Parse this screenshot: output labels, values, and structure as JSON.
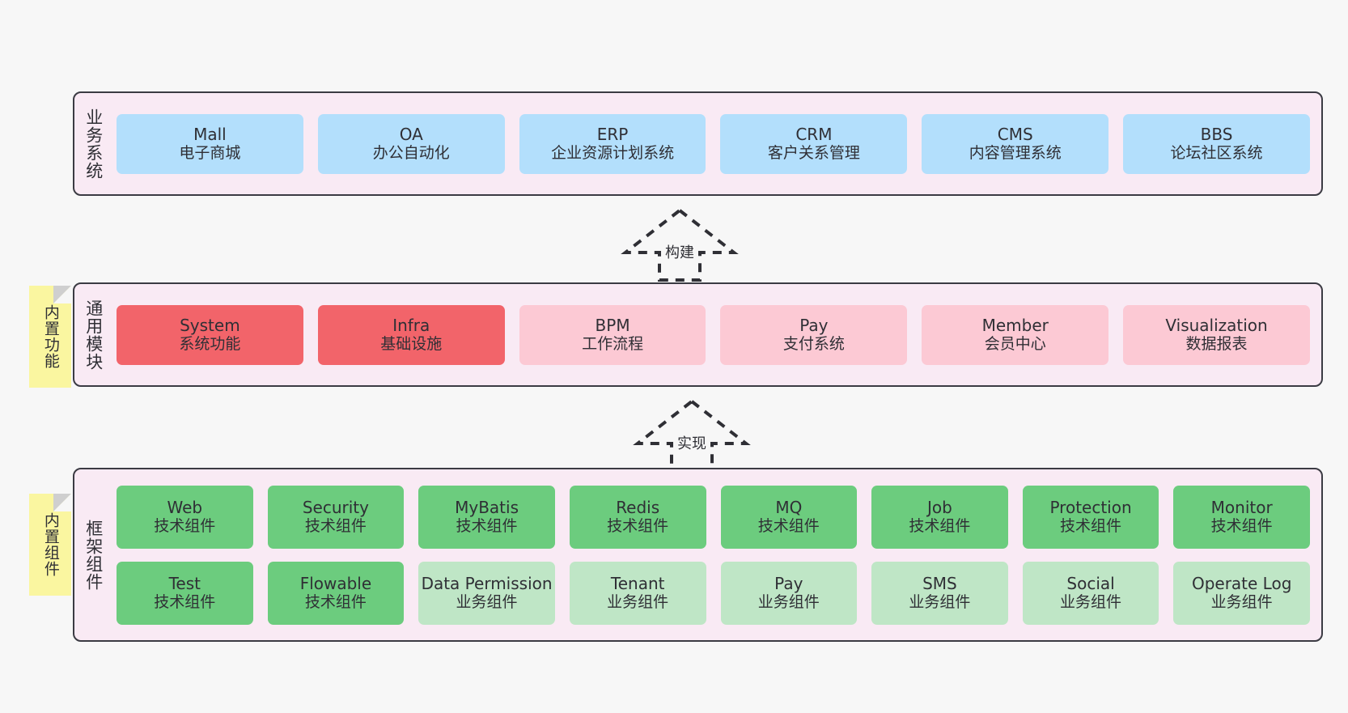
{
  "layers": [
    {
      "id": "business",
      "title": "业务系统",
      "cards": [
        {
          "en": "Mall",
          "cn": "电子商城",
          "color": "blue"
        },
        {
          "en": "OA",
          "cn": "办公自动化",
          "color": "blue"
        },
        {
          "en": "ERP",
          "cn": "企业资源计划系统",
          "color": "blue"
        },
        {
          "en": "CRM",
          "cn": "客户关系管理",
          "color": "blue"
        },
        {
          "en": "CMS",
          "cn": "内容管理系统",
          "color": "blue"
        },
        {
          "en": "BBS",
          "cn": "论坛社区系统",
          "color": "blue"
        }
      ]
    },
    {
      "id": "common",
      "title": "通用模块",
      "cards": [
        {
          "en": "System",
          "cn": "系统功能",
          "color": "red"
        },
        {
          "en": "Infra",
          "cn": "基础设施",
          "color": "red"
        },
        {
          "en": "BPM",
          "cn": "工作流程",
          "color": "pink"
        },
        {
          "en": "Pay",
          "cn": "支付系统",
          "color": "pink"
        },
        {
          "en": "Member",
          "cn": "会员中心",
          "color": "pink"
        },
        {
          "en": "Visualization",
          "cn": "数据报表",
          "color": "pink"
        }
      ]
    },
    {
      "id": "frame",
      "title": "框架组件",
      "rows": [
        [
          {
            "en": "Web",
            "cn": "技术组件",
            "color": "green"
          },
          {
            "en": "Security",
            "cn": "技术组件",
            "color": "green"
          },
          {
            "en": "MyBatis",
            "cn": "技术组件",
            "color": "green"
          },
          {
            "en": "Redis",
            "cn": "技术组件",
            "color": "green"
          },
          {
            "en": "MQ",
            "cn": "技术组件",
            "color": "green"
          },
          {
            "en": "Job",
            "cn": "技术组件",
            "color": "green"
          },
          {
            "en": "Protection",
            "cn": "技术组件",
            "color": "green"
          },
          {
            "en": "Monitor",
            "cn": "技术组件",
            "color": "green"
          }
        ],
        [
          {
            "en": "Test",
            "cn": "技术组件",
            "color": "green"
          },
          {
            "en": "Flowable",
            "cn": "技术组件",
            "color": "green"
          },
          {
            "en": "Data Permission",
            "cn": "业务组件",
            "color": "green-lt"
          },
          {
            "en": "Tenant",
            "cn": "业务组件",
            "color": "green-lt"
          },
          {
            "en": "Pay",
            "cn": "业务组件",
            "color": "green-lt"
          },
          {
            "en": "SMS",
            "cn": "业务组件",
            "color": "green-lt"
          },
          {
            "en": "Social",
            "cn": "业务组件",
            "color": "green-lt"
          },
          {
            "en": "Operate Log",
            "cn": "业务组件",
            "color": "green-lt"
          }
        ]
      ]
    }
  ],
  "notes": [
    {
      "id": "builtin-func",
      "label": "内置功能"
    },
    {
      "id": "builtin-comp",
      "label": "内置组件"
    }
  ],
  "arrows": [
    {
      "id": "build",
      "label": "构建"
    },
    {
      "id": "impl",
      "label": "实现"
    }
  ],
  "colors": {
    "canvas": "#f7f7f7",
    "panel_fill": "#f9eaf4",
    "panel_border": "#3b3b43",
    "blue": "#b3dffc",
    "red": "#f2646a",
    "pink": "#fcc9d4",
    "green": "#6ccc7e",
    "green_light": "#bfe6c6",
    "note_yellow": "#faf6a0",
    "note_fold": "#cfcfcf",
    "text": "#2f2f35"
  }
}
